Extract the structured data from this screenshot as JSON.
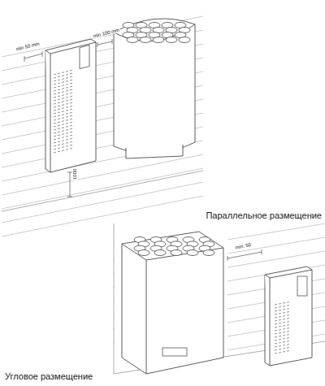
{
  "diagram": {
    "labels": [
      "min 50 mm",
      "min 100 mm",
      "1000",
      "Параллельное размещение",
      "min. 50",
      "Угловое размещение"
    ]
  }
}
